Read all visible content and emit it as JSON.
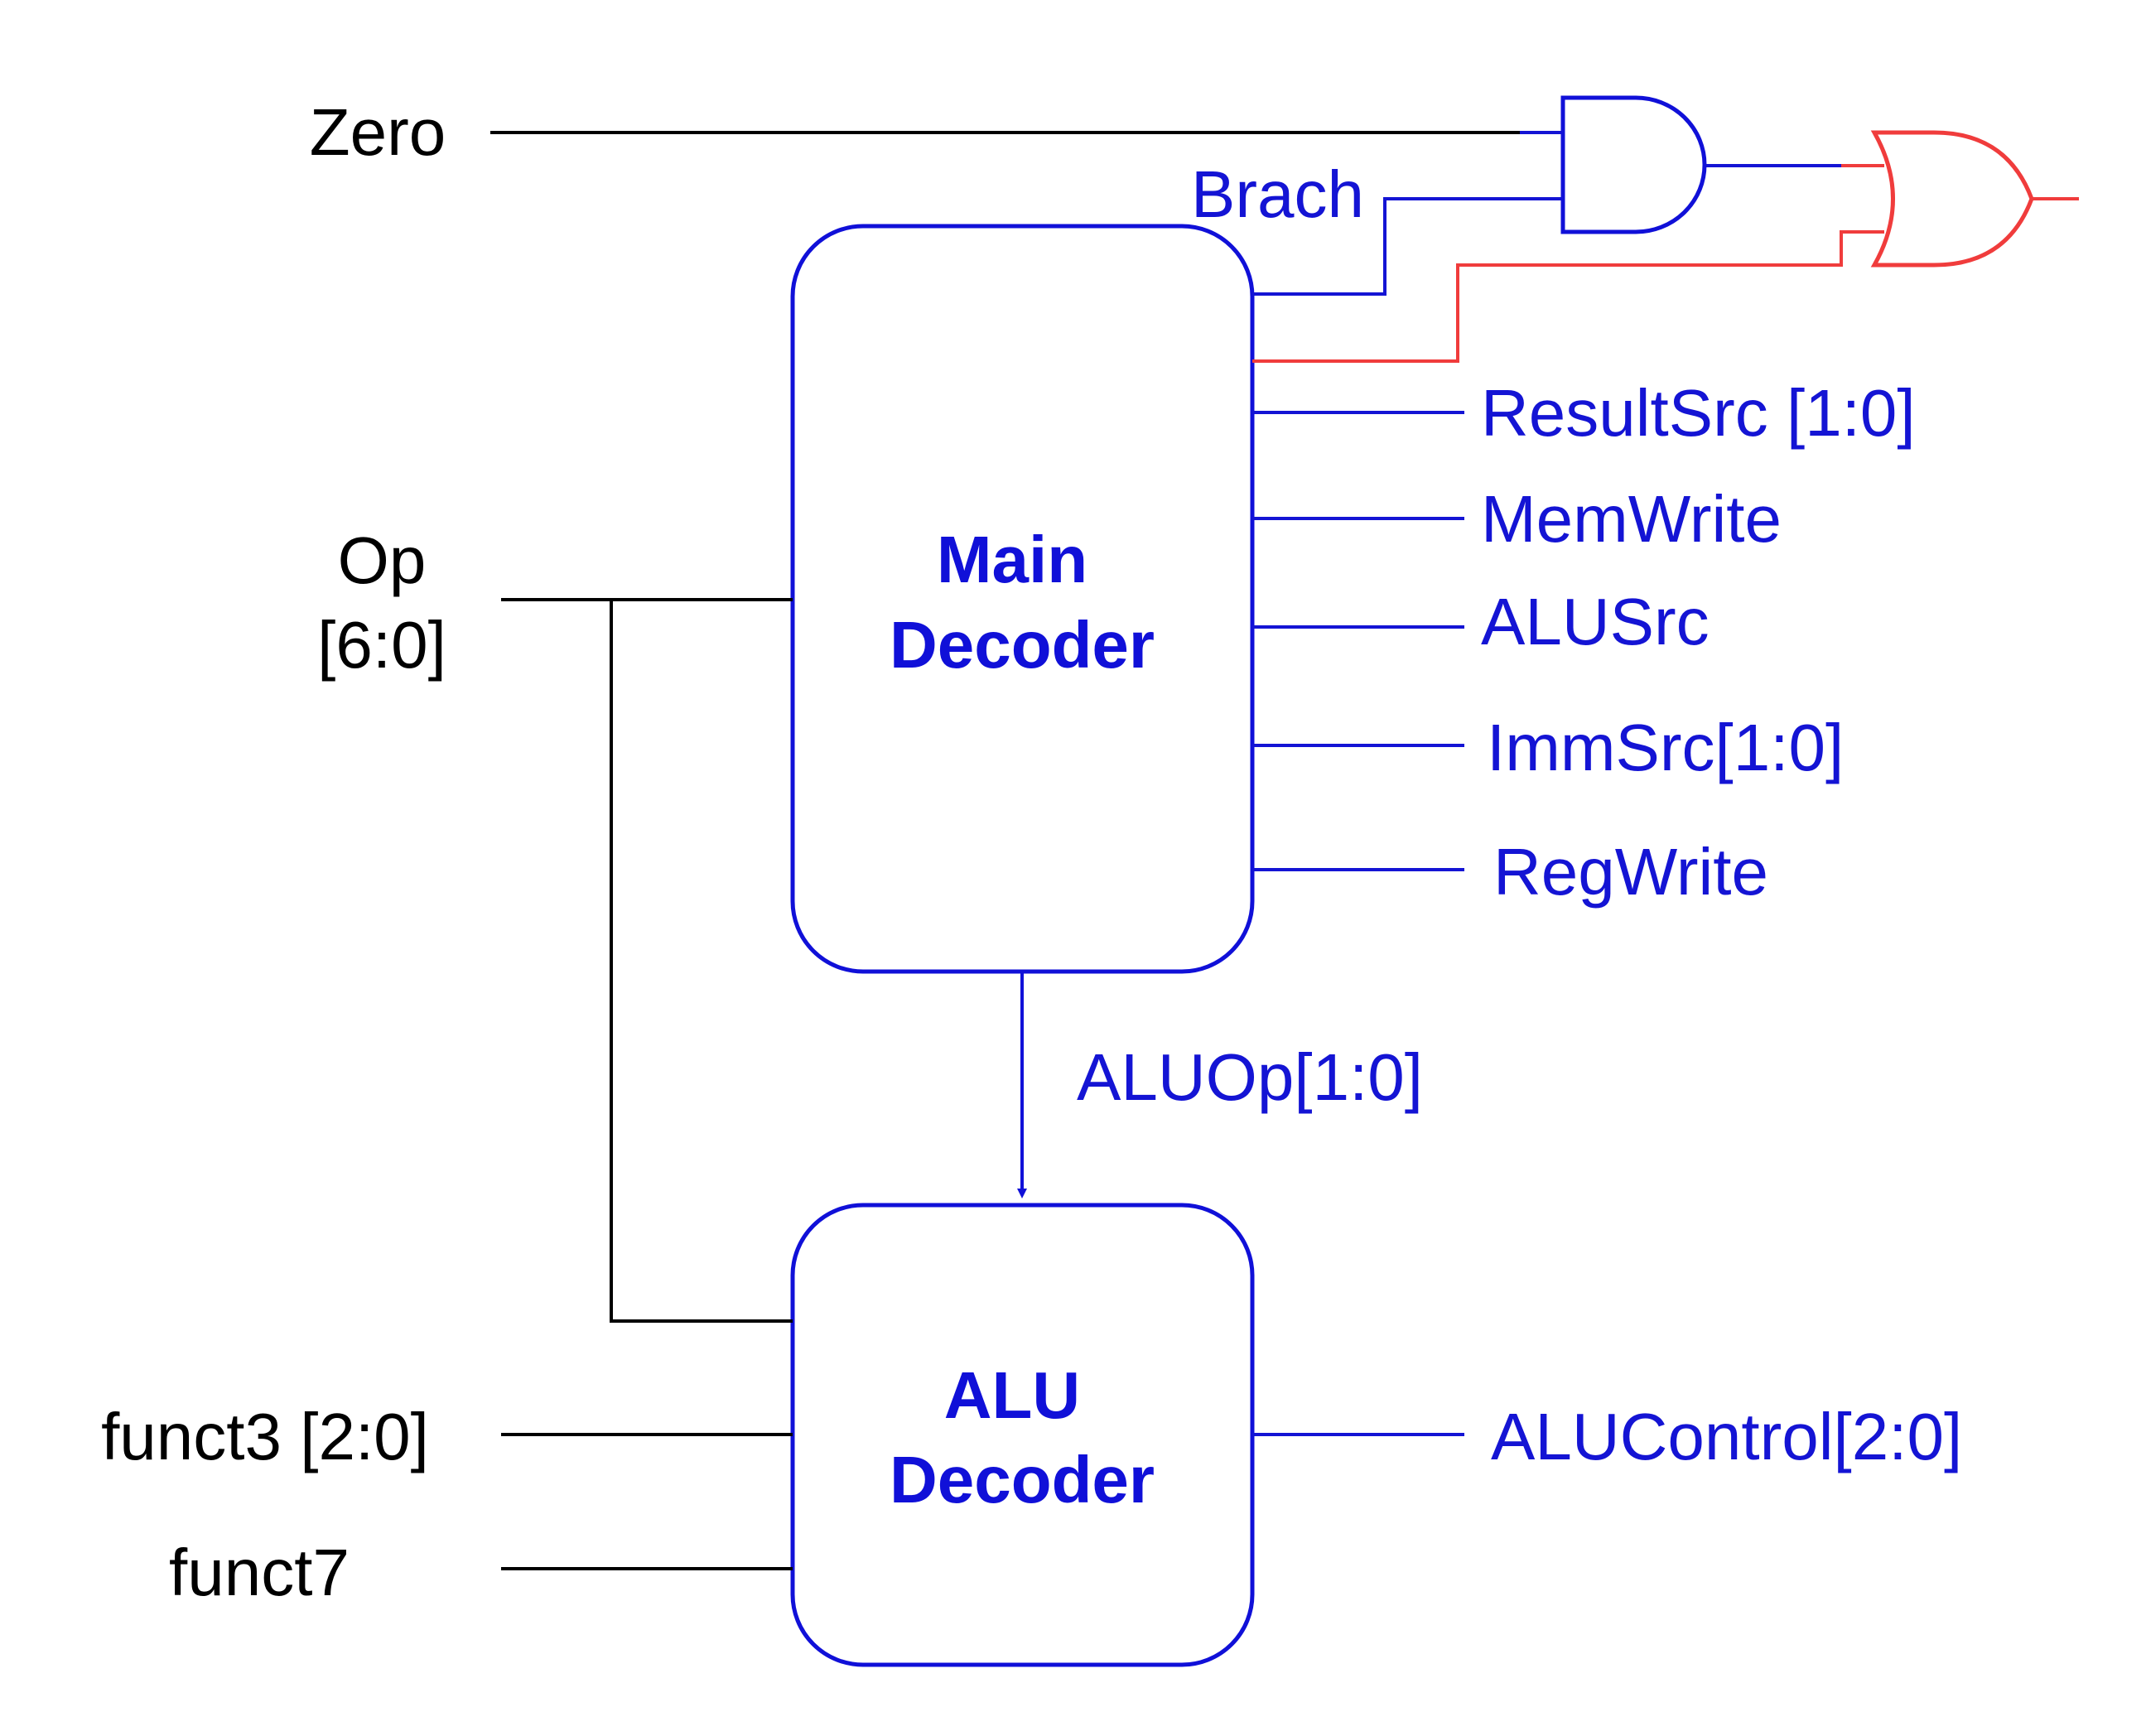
{
  "inputs": {
    "zero": "Zero",
    "op_line1": "Op",
    "op_line2": "[6:0]",
    "funct3": "funct3 [2:0]",
    "funct7": "funct7"
  },
  "main_decoder": {
    "line1": "Main",
    "line2": "Decoder"
  },
  "alu_decoder": {
    "line1": "ALU",
    "line2": "Decoder"
  },
  "signals": {
    "branch": "Brach",
    "result_src": "ResultSrc [1:0]",
    "mem_write": "MemWrite",
    "alu_src": "ALUSrc",
    "imm_src": "ImmSrc[1:0]",
    "reg_write": "RegWrite",
    "alu_op": "ALUOp[1:0]",
    "alu_control": "ALUControl[2:0]"
  },
  "colors": {
    "block": "#1010d8",
    "wire_input": "#000000",
    "wire_control": "#1414d4",
    "wire_jump": "#f03c3c",
    "text_input": "#000000",
    "text_control": "#1414d4"
  },
  "gates": {
    "and_gate": "and-gate-icon",
    "or_gate": "or-gate-icon"
  }
}
